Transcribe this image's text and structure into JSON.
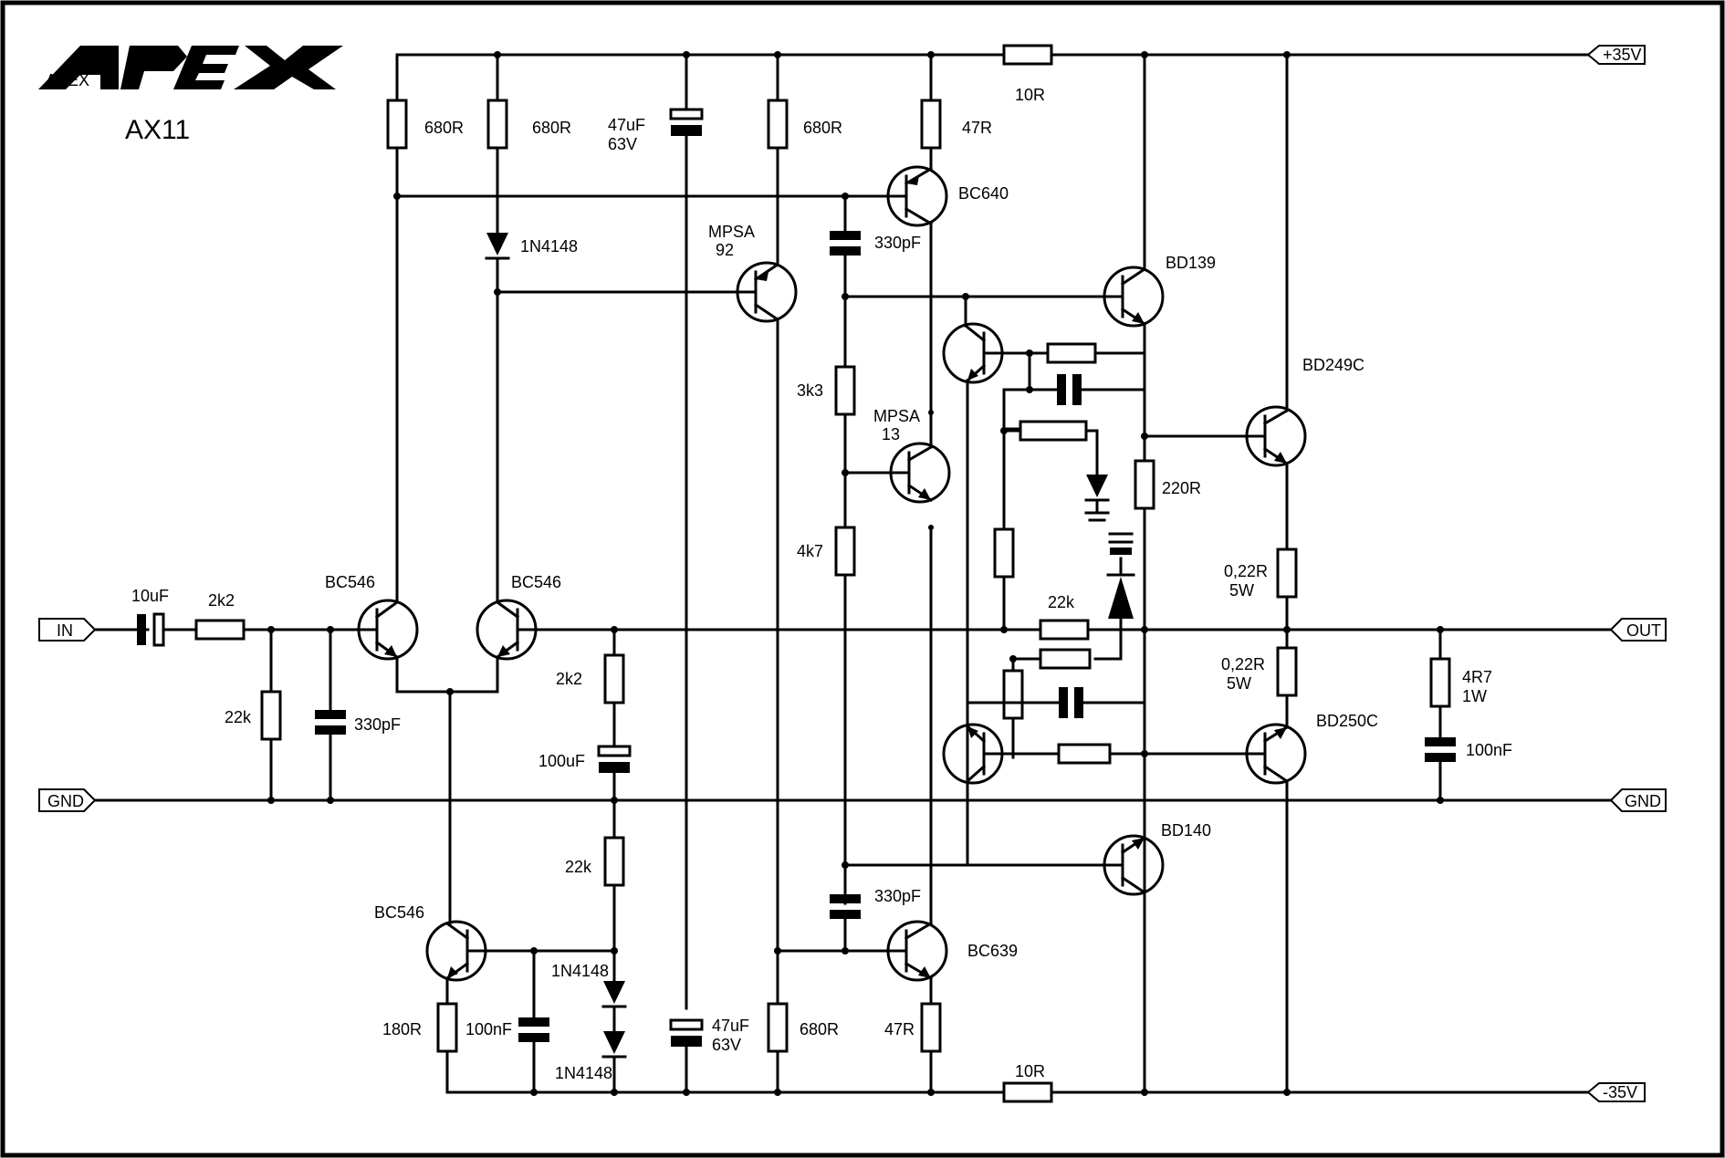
{
  "brand": {
    "logo_text": "APEX",
    "model": "AX11"
  },
  "ports": {
    "vpos": "+35V",
    "vneg": "-35V",
    "in": "IN",
    "out": "OUT",
    "gnd_left": "GND",
    "gnd_right": "GND"
  },
  "labels": {
    "r680_a": "680R",
    "r680_b": "680R",
    "c47uF_top": "47uF",
    "c47uF_top_v": "63V",
    "r680_c": "680R",
    "r47_top": "47R",
    "r10_top": "10R",
    "d_top": "1N4148",
    "q_bc640": "BC640",
    "q_mpsa92_a": "MPSA",
    "q_mpsa92_b": "92",
    "c330_top": "330pF",
    "q_bd139": "BD139",
    "q_bd249c": "BD249C",
    "r3k3": "3k3",
    "q_mpsa13_a": "MPSA",
    "q_mpsa13_b": "13",
    "r220": "220R",
    "r4k7": "4k7",
    "r022_top": "0,22R",
    "r022_top_w": "5W",
    "c10uF": "10uF",
    "r2k2_in": "2k2",
    "q_bc546_l": "BC546",
    "q_bc546_r": "BC546",
    "r22k_fb": "22k",
    "r2k2_fb": "2k2",
    "r22k_in": "22k",
    "c330_in": "330pF",
    "r022_bot": "0,22R",
    "r022_bot_w": "5W",
    "r4r7": "4R7",
    "r4r7_w": "1W",
    "q_bd250c": "BD250C",
    "c100uF": "100uF",
    "c100nF_out": "100nF",
    "q_bd140": "BD140",
    "r22k_b": "22k",
    "c330_bot": "330pF",
    "q_bc546_bot": "BC546",
    "q_bc639": "BC639",
    "d_1": "1N4148",
    "d_2": "1N4148",
    "r180": "180R",
    "c100nF_bot": "100nF",
    "c47uF_bot": "47uF",
    "c47uF_bot_v": "63V",
    "r680_d": "680R",
    "r47_bot": "47R",
    "r10_bot": "10R"
  }
}
